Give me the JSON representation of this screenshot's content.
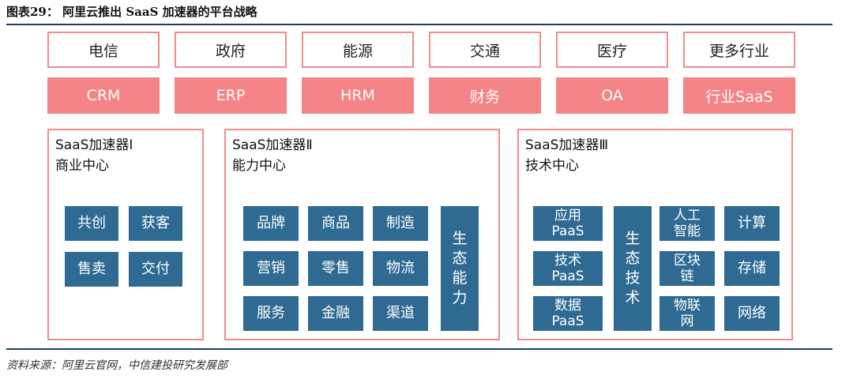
{
  "figure": {
    "title": "图表29： 阿里云推出 SaaS 加速器的平台战略",
    "source": "资料来源：阿里云官网，中信建投研究发展部"
  },
  "industries": [
    "电信",
    "政府",
    "能源",
    "交通",
    "医疗",
    "更多行业"
  ],
  "applications": [
    "CRM",
    "ERP",
    "HRM",
    "财务",
    "OA",
    "行业SaaS"
  ],
  "panels": [
    {
      "title_line1": "SaaS加速器Ⅰ",
      "title_line2": "商业中心",
      "items": [
        "共创",
        "获客",
        "售卖",
        "交付"
      ]
    },
    {
      "title_line1": "SaaS加速器Ⅱ",
      "title_line2": "能力中心",
      "items": [
        "品牌",
        "商品",
        "制造",
        "营销",
        "零售",
        "物流",
        "服务",
        "金融",
        "渠道"
      ],
      "vertical": [
        "生",
        "态",
        "能",
        "力"
      ]
    },
    {
      "title_line1": "SaaS加速器Ⅲ",
      "title_line2": "技术中心",
      "paas": [
        {
          "l1": "应用",
          "l2": "PaaS"
        },
        {
          "l1": "技术",
          "l2": "PaaS"
        },
        {
          "l1": "数据",
          "l2": "PaaS"
        }
      ],
      "vertical": [
        "生",
        "态",
        "技",
        "术"
      ],
      "tech": [
        {
          "l1": "人工",
          "l2": "智能"
        },
        {
          "l1": "区块",
          "l2": "链"
        },
        {
          "l1": "物联",
          "l2": "网"
        }
      ],
      "infra": [
        "计算",
        "存储",
        "网络"
      ]
    }
  ]
}
